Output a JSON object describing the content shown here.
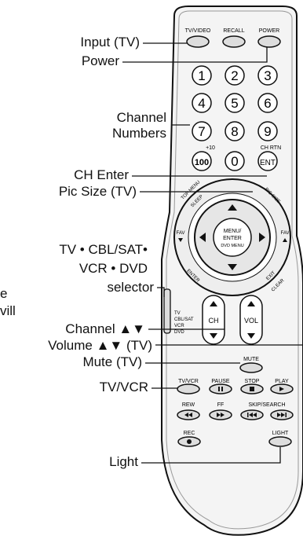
{
  "callouts": {
    "input_tv": "Input (TV)",
    "power": "Power",
    "channel_numbers_1": "Channel",
    "channel_numbers_2": "Numbers",
    "ch_enter": "CH Enter",
    "pic_size": "Pic Size (TV)",
    "selector_1": "TV • CBL/SAT•",
    "selector_2": "VCR • DVD",
    "selector_3": "selector",
    "cut_text_1": "e",
    "cut_text_2": "vill",
    "channel_updown": "Channel ▲▼",
    "volume_updown": "Volume ▲▼ (TV)",
    "mute": "Mute (TV)",
    "tvvcr": "TV/VCR",
    "light": "Light"
  },
  "remote": {
    "top_buttons": [
      "TV/VIDEO",
      "RECALL",
      "POWER"
    ],
    "digits": [
      "1",
      "2",
      "3",
      "4",
      "5",
      "6",
      "7",
      "8",
      "9",
      "100",
      "0",
      "ENT"
    ],
    "plus10": "+10",
    "ch_rtn": "CH RTN",
    "ring": {
      "top_menu": "TOP MENU",
      "sleep": "SLEEP",
      "pic_size": "PIC SIZE",
      "fav": "FAV",
      "enter": "ENTER",
      "exit": "EXIT",
      "clear": "CLEAR",
      "center_1": "MENU/",
      "center_2": "ENTER",
      "center_3": "DVD MENU"
    },
    "modes": [
      "TV",
      "CBL/SAT",
      "VCR",
      "DVD"
    ],
    "rocker_ch": "CH",
    "rocker_vol": "VOL",
    "mute": "MUTE",
    "transport_row1": [
      "TV/VCR",
      "PAUSE",
      "STOP",
      "PLAY"
    ],
    "transport_row2": [
      "REW",
      "FF",
      "SKIP/SEARCH"
    ],
    "rec": "REC",
    "light": "LIGHT"
  }
}
